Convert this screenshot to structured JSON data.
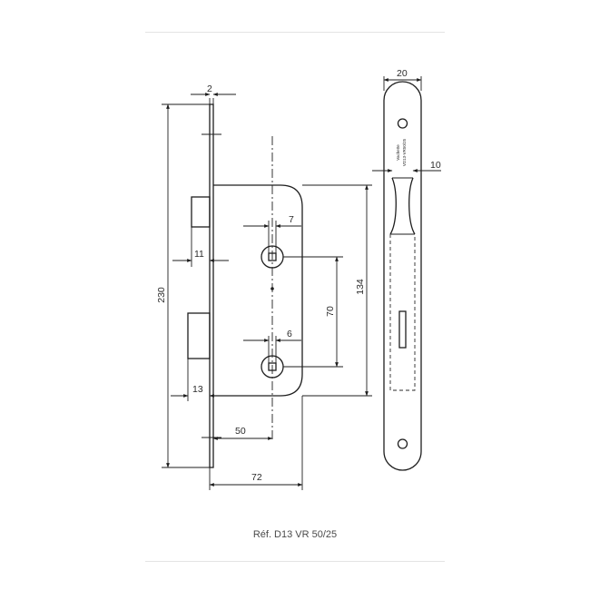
{
  "dimensions": {
    "faceplate_thickness": "2",
    "total_height": "230",
    "body_height": "134",
    "spindle_square": "7",
    "latch_offset": "11",
    "spindle_distance": "70",
    "key_square": "6",
    "bolt_offset": "13",
    "backset": "50",
    "case_depth": "72",
    "faceplate_width": "20",
    "strike_offset": "10"
  },
  "stamp_text": [
    "Vachette",
    "VD13-VR50/25"
  ],
  "caption": "Réf. D13 VR 50/25"
}
